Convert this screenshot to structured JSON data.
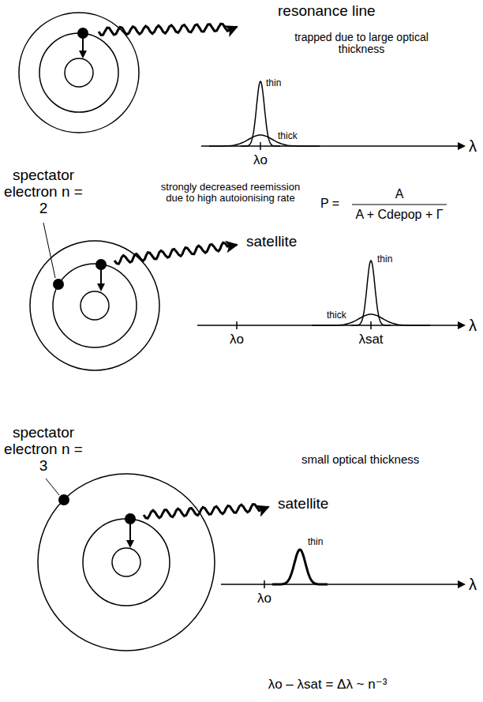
{
  "diagram": {
    "labels": [
      "resonance line",
      "trapped due to large optical thickness",
      "thin",
      "thick",
      "λo",
      "λ",
      "spectator electron n = 2",
      "strongly decreased reemission due to high autoionising rate",
      "P =",
      "A",
      "A + Cdepop + Γ",
      "satellite",
      "thin",
      "thick",
      "λo",
      "λsat",
      "λ",
      "spectator electron n = 3",
      "small optical thickness",
      "satellite",
      "thin",
      "λo",
      "λ",
      "λo – λsat = Δλ ~ n⁻³"
    ]
  }
}
